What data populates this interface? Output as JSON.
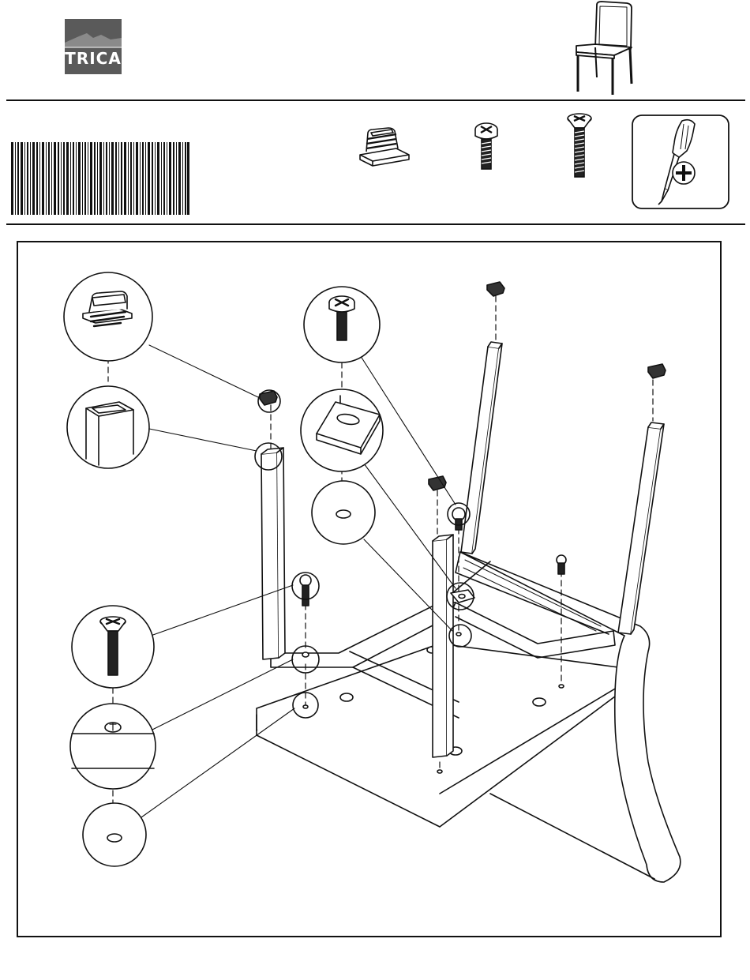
{
  "brand": {
    "logo_text": "TRICA",
    "logo_color": "#555555"
  },
  "hardware": {
    "items": [
      {
        "name": "leg-cap",
        "icon": "leg-cap-icon"
      },
      {
        "name": "short-screw",
        "icon": "short-screw-icon"
      },
      {
        "name": "long-screw",
        "icon": "long-screw-icon"
      },
      {
        "name": "screwdriver",
        "icon": "phillips-screwdriver-icon"
      }
    ]
  },
  "colors": {
    "line": "#111111",
    "background": "#ffffff"
  }
}
